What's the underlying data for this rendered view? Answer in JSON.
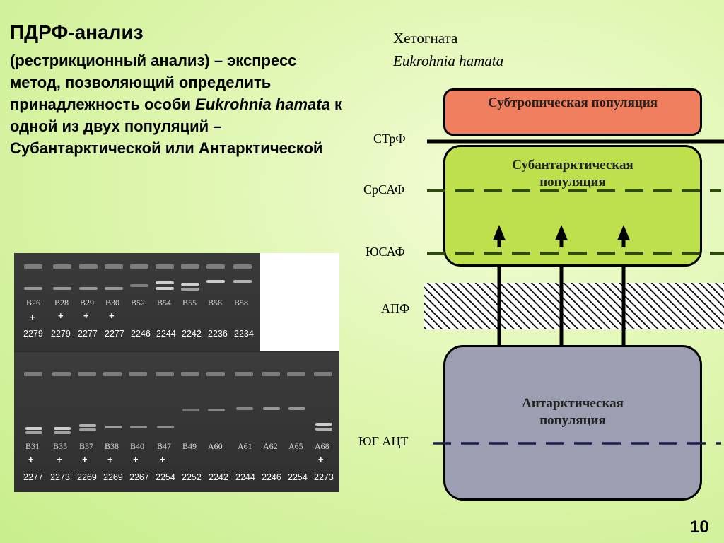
{
  "title": "ПДРФ-анализ",
  "description": {
    "part1": "(рестрикционный анализ) – экспресс метод, позволяющий определить принадлежность особи ",
    "species_italic": "Eukrohnia hamata",
    "part2": " к одной из двух популяций – Субантарктической или Антарктической"
  },
  "taxon": {
    "group": "Хетогната",
    "species": "Eukrohnia hamata"
  },
  "gel": {
    "top_row": {
      "lanes": [
        "B26",
        "B28",
        "B29",
        "B30",
        "B52",
        "B54",
        "B55",
        "B56",
        "B58"
      ],
      "plus": [
        "+",
        "+",
        "+",
        "+",
        "",
        "",
        "",
        "",
        ""
      ],
      "numbers": [
        "2279",
        "2279",
        "2277",
        "2277",
        "2246",
        "2244",
        "2242",
        "2236",
        "2234"
      ]
    },
    "bottom_row": {
      "lanes": [
        "B31",
        "B35",
        "B37",
        "B38",
        "B40",
        "B47",
        "B49",
        "A60",
        "A61",
        "A62",
        "A65",
        "A68"
      ],
      "plus": [
        "+",
        "+",
        "+",
        "+",
        "+",
        "+",
        "",
        "",
        "",
        "",
        "",
        "+"
      ],
      "numbers": [
        "2277",
        "2273",
        "2269",
        "2269",
        "2267",
        "2254",
        "2252",
        "2242",
        "2244",
        "2246",
        "2254",
        "2273"
      ]
    }
  },
  "diagram": {
    "populations": {
      "subtropical": "Субтропическая популяция",
      "subantarctic": "Субантарктическая популяция",
      "antarctic": "Антарктическая популяция"
    },
    "fronts": [
      "СТрФ",
      "СрСАФ",
      "ЮСАФ",
      "АПФ",
      "ЮГ АЦТ"
    ],
    "colors": {
      "subtropical": "#f07f5f",
      "subantarctic": "#bde04c",
      "antarctic": "#9c9fb2"
    }
  },
  "page_number": "10"
}
